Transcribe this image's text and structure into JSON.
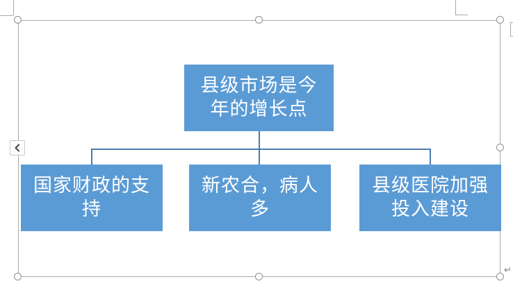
{
  "diagram": {
    "type": "org-chart",
    "accent_color": "#5B9BD5",
    "connector_color": "#4a7ab0",
    "root": {
      "text": "县级市场是今\n年的增长点"
    },
    "children": [
      {
        "text": "国家财政的支\n持"
      },
      {
        "text": "新农合，病人\n多"
      },
      {
        "text": "县级医院加强\n投入建设"
      }
    ]
  },
  "selection": {
    "frame_color": "#a9a9a9",
    "handle_stroke_color": "#8e8e8e"
  },
  "controls": {
    "text_pane_toggle_glyph": "‹"
  },
  "marks": {
    "return_glyph": "↵"
  }
}
